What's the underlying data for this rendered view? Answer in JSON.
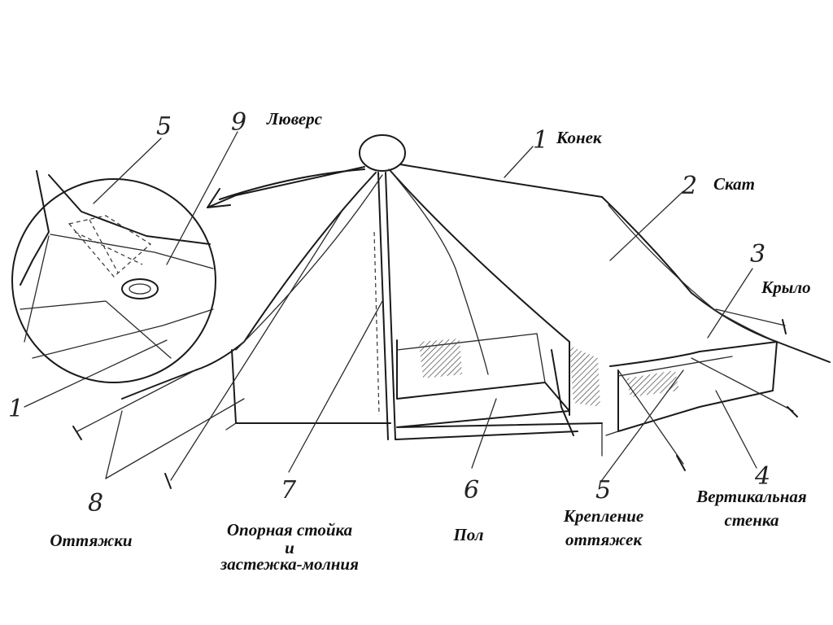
{
  "labels": {
    "luvers": "Люверс",
    "konek": "Конек",
    "skat": "Скат",
    "krylo": "Крыло",
    "vert_line1": "Вертикальная",
    "vert_line2": "стенка",
    "kreplenie_line1": "Крепление",
    "kreplenie_line2": "оттяжек",
    "pol": "Пол",
    "stoyka_line1": "Опорная стойка",
    "stoyka_line2": "и",
    "stoyka_line3": "застежка-молния",
    "ottyazhki": "Оттяжки"
  },
  "numbers": {
    "n1_top": "1",
    "n1_left": "1",
    "n2": "2",
    "n3": "3",
    "n4": "4",
    "n5_top": "5",
    "n5_bottom": "5",
    "n6": "6",
    "n7": "7",
    "n8": "8",
    "n9": "9"
  }
}
